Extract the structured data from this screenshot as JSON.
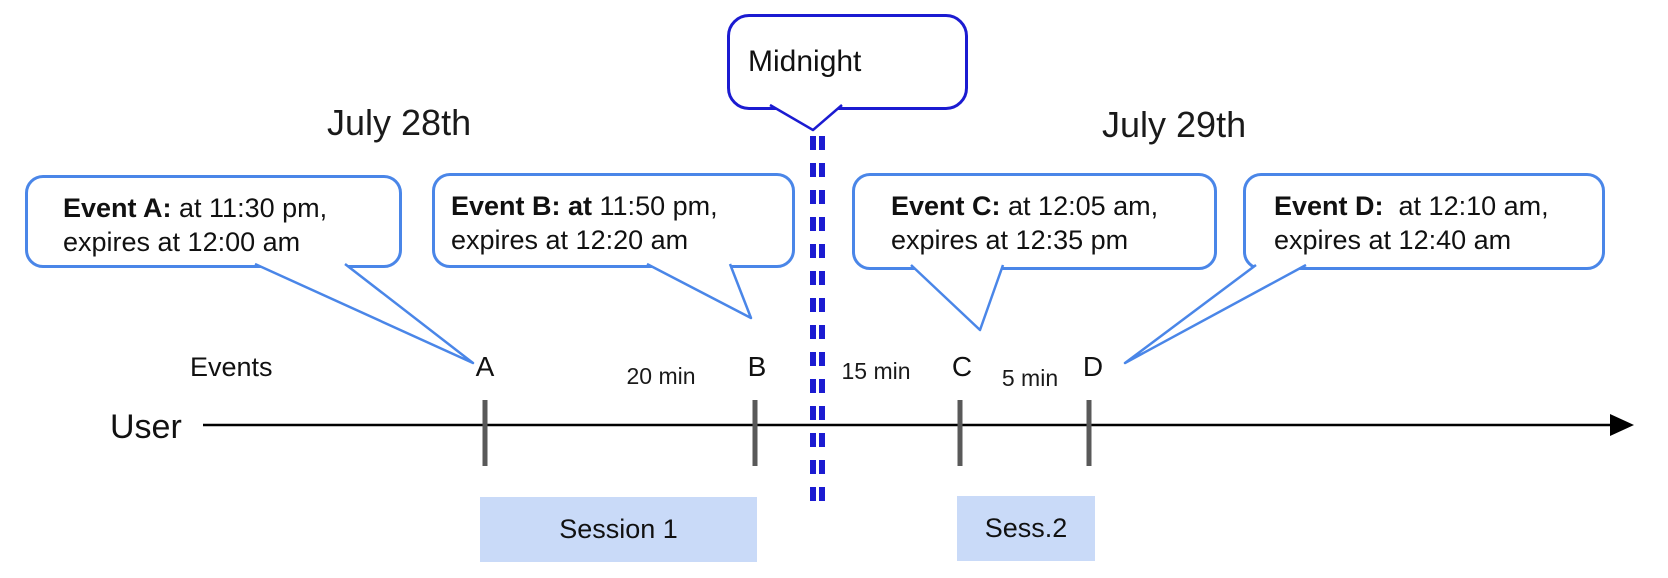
{
  "headings": {
    "left": "July 28th",
    "right": "July 29th"
  },
  "midnight": {
    "label": "Midnight"
  },
  "axis": {
    "events_label": "Events",
    "user_label": "User"
  },
  "ticks": [
    {
      "label": "A"
    },
    {
      "label": "B"
    },
    {
      "label": "C"
    },
    {
      "label": "D"
    }
  ],
  "gaps": [
    {
      "label": "20 min"
    },
    {
      "label": "15 min"
    },
    {
      "label": "5 min"
    }
  ],
  "callouts": [
    {
      "bold": "Event A:",
      "line1_rest": " at 11:30 pm,",
      "line2": "expires at 12:00 am"
    },
    {
      "bold": "Event B: at",
      "line1_rest": " 11:50 pm,",
      "line2": "expires at 12:20 am"
    },
    {
      "bold": "Event C:",
      "line1_rest": " at 12:05 am,",
      "line2": "expires at 12:35 pm"
    },
    {
      "bold": "Event D:",
      "line1_rest": "  at 12:10 am,",
      "line2": "expires at 12:40 am"
    }
  ],
  "sessions": [
    {
      "label": "Session 1"
    },
    {
      "label": "Sess.2"
    }
  ],
  "colors": {
    "callout_border": "#4a86e8",
    "midnight_blue": "#1b1bd1",
    "session_fill": "#c9daf8",
    "tick_gray": "#595959",
    "timeline_black": "#000000"
  }
}
